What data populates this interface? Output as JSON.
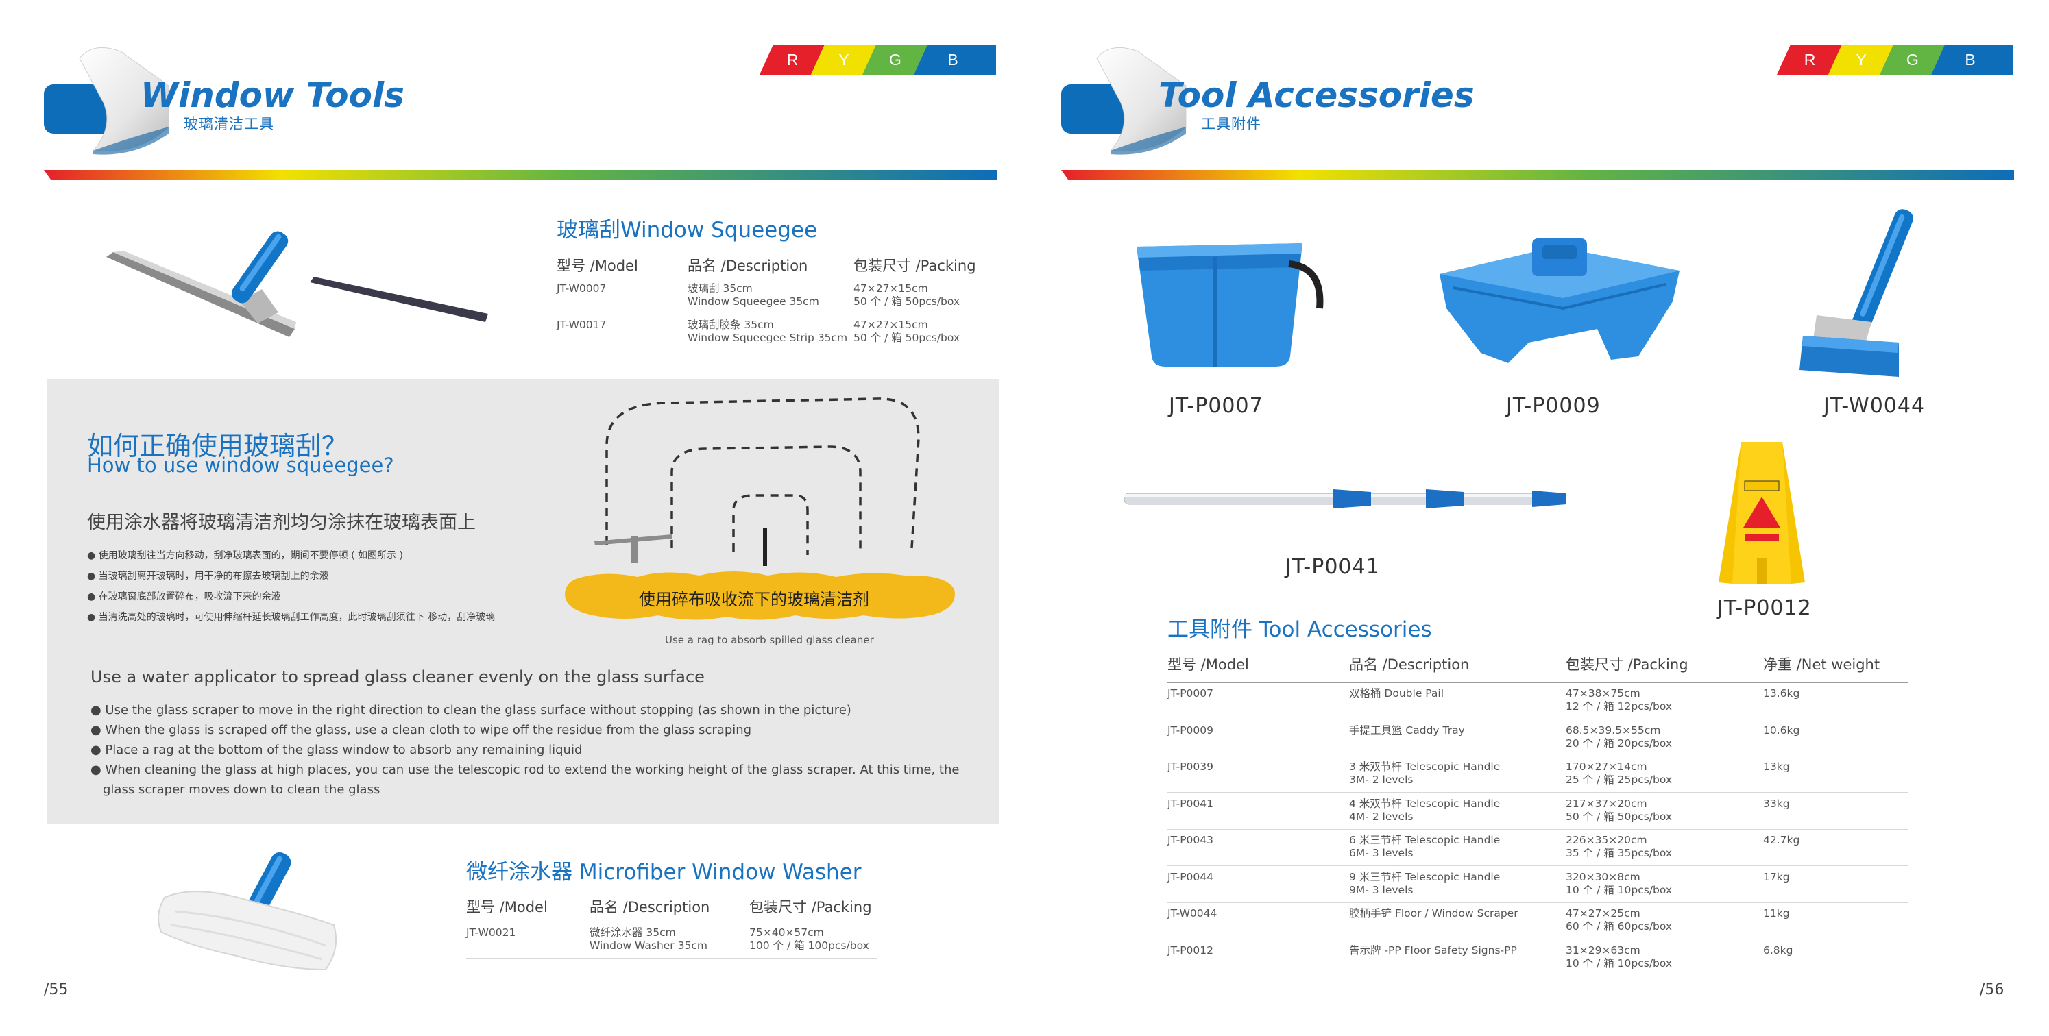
{
  "left_page": {
    "title": "Window Tools",
    "subtitle": "玻璃清洁工具",
    "color_tabs": [
      "R",
      "Y",
      "G",
      "B"
    ],
    "squeegee_section": {
      "title": "玻璃刮Window Squeegee",
      "headers": [
        "型号 /Model",
        "品名 /Description",
        "包装尺寸 /Packing"
      ],
      "rows": [
        {
          "model": "JT-W0007",
          "desc": [
            "玻璃刮 35cm",
            "Window Squeegee 35cm"
          ],
          "packing": [
            "47×27×15cm",
            "50 个 / 箱 50pcs/box"
          ]
        },
        {
          "model": "JT-W0017",
          "desc": [
            "玻璃刮胶条 35cm",
            "Window Squeegee Strip 35cm"
          ],
          "packing": [
            "47×27×15cm",
            "50 个 / 箱 50pcs/box"
          ]
        }
      ]
    },
    "howto": {
      "title_zh": "如何正确使用玻璃刮？",
      "title_en": "How to use window squeegee?",
      "lead_zh": "使用涂水器将玻璃清洁剂均匀涂抹在玻璃表面上",
      "bullets_zh": [
        "● 使用玻璃刮往当方向移动，刮净玻璃表面的，期间不要停顿 ( 如图所示 )",
        "● 当玻璃刮离开玻璃时，用干净的布擦去玻璃刮上的余液",
        "● 在玻璃窗底部放置碎布，吸收流下来的余液",
        "● 当清洗高处的玻璃时，可使用伸缩杆延长玻璃刮工作高度，此时玻璃刮须往下 移动，刮净玻璃"
      ],
      "rag_zh": "使用碎布吸收流下的玻璃清洁剂",
      "rag_en": "Use a rag to absorb spilled glass cleaner",
      "lead_en": "Use a water applicator to spread glass cleaner evenly on the glass surface",
      "bullets_en": [
        "● Use the glass scraper to move in the right direction to clean the glass surface without stopping (as shown in the picture)",
        "● When the glass is scraped off the glass, use a clean cloth to wipe off the residue from the glass scraping",
        "● Place a rag at the bottom of the glass window to absorb any remaining liquid",
        "● When cleaning the glass at high places, you can use the telescopic rod to extend the working height of the glass scraper. At this time, the",
        "glass scraper moves down to clean the glass"
      ]
    },
    "washer_section": {
      "title": "微纤涂水器 Microfiber Window Washer",
      "headers": [
        "型号 /Model",
        "品名 /Description",
        "包装尺寸 /Packing"
      ],
      "rows": [
        {
          "model": "JT-W0021",
          "desc": [
            "微纤涂水器 35cm",
            "Window Washer 35cm"
          ],
          "packing": [
            "75×40×57cm",
            "100 个 / 箱 100pcs/box"
          ]
        }
      ]
    },
    "page_number": "/55"
  },
  "right_page": {
    "title": "Tool Accessories",
    "subtitle": "工具附件",
    "color_tabs": [
      "R",
      "Y",
      "G",
      "B"
    ],
    "product_labels": [
      "JT-P0007",
      "JT-P0009",
      "JT-W0044",
      "JT-P0041",
      "JT-P0012"
    ],
    "table": {
      "title": "工具附件 Tool Accessories",
      "headers": [
        "型号 /Model",
        "品名 /Description",
        "包装尺寸 /Packing",
        "净重 /Net weight"
      ],
      "rows": [
        {
          "model": "JT-P0007",
          "desc": [
            "双格桶   Double Pail"
          ],
          "packing": [
            "47×38×75cm",
            "12 个 / 箱 12pcs/box"
          ],
          "weight": "13.6kg"
        },
        {
          "model": "JT-P0009",
          "desc": [
            "手提工具篮  Caddy Tray"
          ],
          "packing": [
            "68.5×39.5×55cm",
            "20 个 / 箱 20pcs/box"
          ],
          "weight": "10.6kg"
        },
        {
          "model": "JT-P0039",
          "desc": [
            "3 米双节杆 Telescopic Handle",
            "3M- 2 levels"
          ],
          "packing": [
            "170×27×14cm",
            "25 个 / 箱 25pcs/box"
          ],
          "weight": "13kg"
        },
        {
          "model": "JT-P0041",
          "desc": [
            " 4 米双节杆 Telescopic Handle",
            " 4M- 2 levels"
          ],
          "packing": [
            "217×37×20cm",
            "50 个 / 箱 50pcs/box"
          ],
          "weight": "33kg"
        },
        {
          "model": "JT-P0043",
          "desc": [
            "6 米三节杆 Telescopic Handle",
            "6M- 3 levels"
          ],
          "packing": [
            "226×35×20cm",
            "35 个 / 箱 35pcs/box"
          ],
          "weight": "42.7kg"
        },
        {
          "model": "JT-P0044",
          "desc": [
            "9 米三节杆 Telescopic Handle",
            "9M- 3 levels"
          ],
          "packing": [
            "320×30×8cm",
            "10 个 / 箱 10pcs/box"
          ],
          "weight": "17kg"
        },
        {
          "model": "JT-W0044",
          "desc": [
            "胶柄手铲 Floor / Window Scraper"
          ],
          "packing": [
            "47×27×25cm",
            "60 个 / 箱 60pcs/box"
          ],
          "weight": "11kg"
        },
        {
          "model": "JT-P0012",
          "desc": [
            "告示牌 -PP Floor Safety Signs-PP"
          ],
          "packing": [
            "31×29×63cm",
            "10 个 / 箱 10pcs/box"
          ],
          "weight": "6.8kg"
        }
      ]
    },
    "page_number": "/56"
  },
  "colors": {
    "red": "#e5202a",
    "yellow": "#f2e100",
    "green": "#62b443",
    "blue": "#0d6db9",
    "title_blue": "#1a73c0",
    "rag_yellow": "#f3b81a"
  }
}
